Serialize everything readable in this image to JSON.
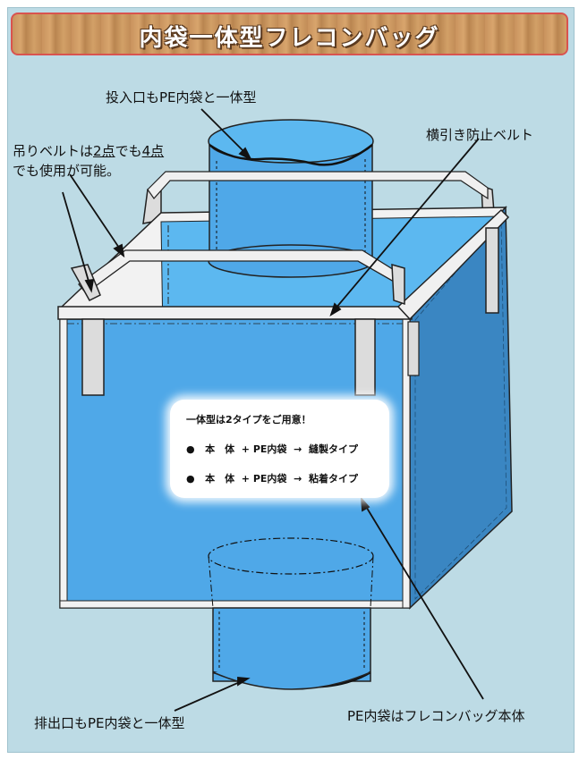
{
  "title": "内袋一体型フレコンバッグ",
  "labels": {
    "top_inlet": "投入口もPE内袋と一体型",
    "hanging_belt_prefix": "吊りベルトは",
    "hanging_belt_two": "2点",
    "hanging_belt_mid": "でも",
    "hanging_belt_four": "4点",
    "hanging_belt_line2": "でも使用が可能。",
    "side_belt": "横引き防止ベルト",
    "bottom_outlet": "排出口もPE内袋と一体型",
    "body": "PE内袋はフレコンバッグ本体"
  },
  "info": {
    "heading": "一体型は2タイプをご用意！",
    "bullet": "●",
    "items": [
      {
        "part1": "本　体",
        "plus": "+",
        "part2": "PE内袋",
        "arrow": "→",
        "type": "縫製タイプ"
      },
      {
        "part1": "本　体",
        "plus": "+",
        "part2": "PE内袋",
        "arrow": "→",
        "type": "粘着タイプ"
      }
    ]
  },
  "colors": {
    "panel": "#bddbe5",
    "bag_front": "#4fa8e8",
    "bag_back": "#5cb8f0",
    "bag_side": "#3a86c2",
    "belt": "#f0f0f0",
    "banner_border": "#d9534f"
  }
}
